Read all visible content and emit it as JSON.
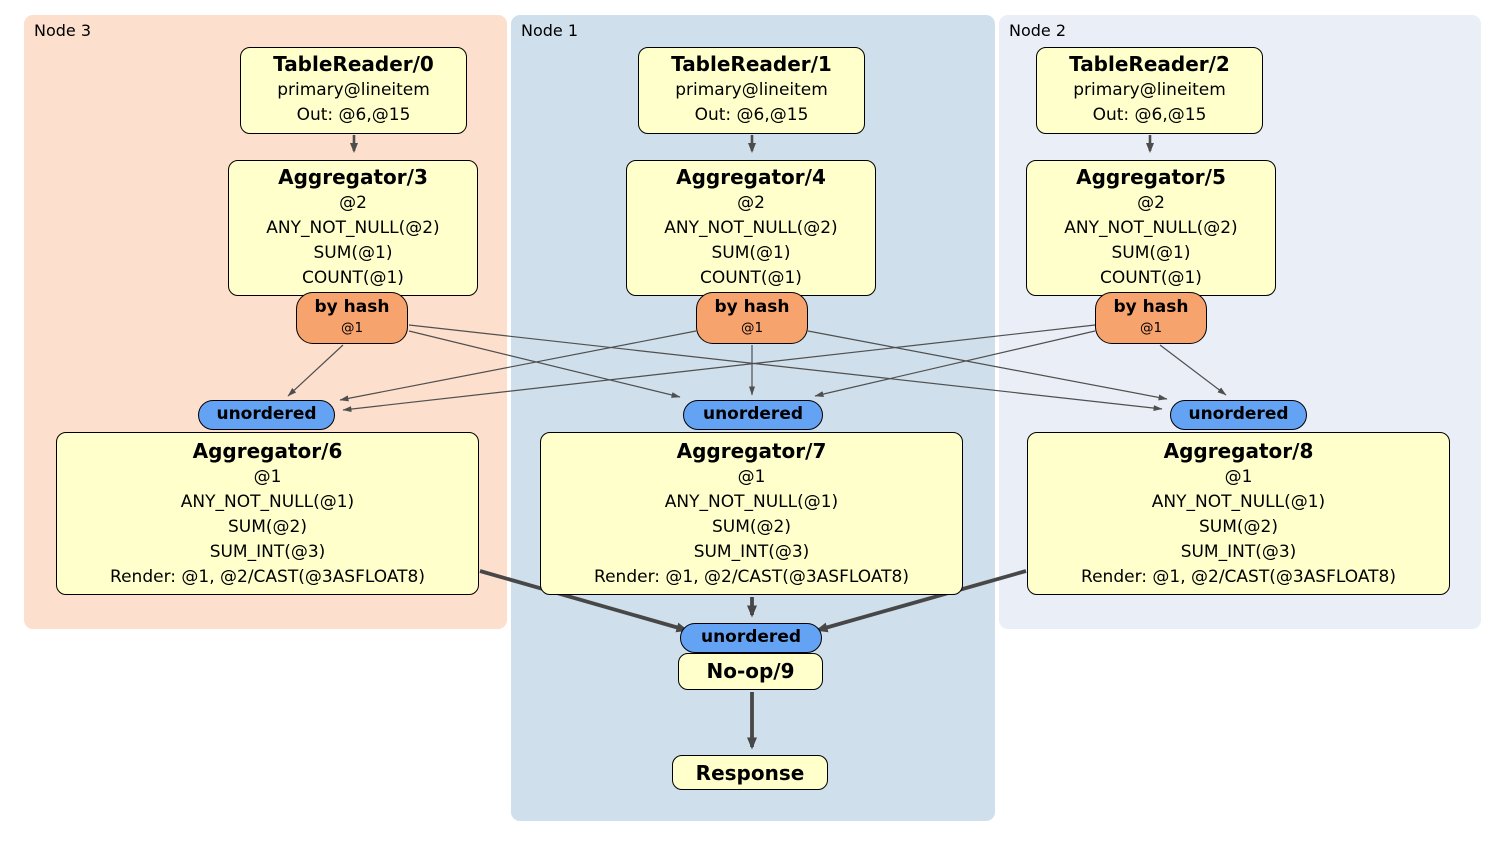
{
  "groups": [
    {
      "label": "Node 3"
    },
    {
      "label": "Node 1"
    },
    {
      "label": "Node 2"
    }
  ],
  "processors": {
    "tablereader0": {
      "title": "TableReader/0",
      "lines": [
        "primary@lineitem",
        "Out: @6,@15"
      ]
    },
    "tablereader1": {
      "title": "TableReader/1",
      "lines": [
        "primary@lineitem",
        "Out: @6,@15"
      ]
    },
    "tablereader2": {
      "title": "TableReader/2",
      "lines": [
        "primary@lineitem",
        "Out: @6,@15"
      ]
    },
    "aggregator3": {
      "title": "Aggregator/3",
      "lines": [
        "@2",
        "ANY_NOT_NULL(@2)",
        "SUM(@1)",
        "COUNT(@1)"
      ]
    },
    "aggregator4": {
      "title": "Aggregator/4",
      "lines": [
        "@2",
        "ANY_NOT_NULL(@2)",
        "SUM(@1)",
        "COUNT(@1)"
      ]
    },
    "aggregator5": {
      "title": "Aggregator/5",
      "lines": [
        "@2",
        "ANY_NOT_NULL(@2)",
        "SUM(@1)",
        "COUNT(@1)"
      ]
    },
    "aggregator6": {
      "title": "Aggregator/6",
      "lines": [
        "@1",
        "ANY_NOT_NULL(@1)",
        "SUM(@2)",
        "SUM_INT(@3)",
        "Render: @1, @2/CAST(@3ASFLOAT8)"
      ]
    },
    "aggregator7": {
      "title": "Aggregator/7",
      "lines": [
        "@1",
        "ANY_NOT_NULL(@1)",
        "SUM(@2)",
        "SUM_INT(@3)",
        "Render: @1, @2/CAST(@3ASFLOAT8)"
      ]
    },
    "aggregator8": {
      "title": "Aggregator/8",
      "lines": [
        "@1",
        "ANY_NOT_NULL(@1)",
        "SUM(@2)",
        "SUM_INT(@3)",
        "Render: @1, @2/CAST(@3ASFLOAT8)"
      ]
    },
    "noop9": {
      "title": "No-op/9"
    },
    "response": {
      "title": "Response"
    }
  },
  "routers": {
    "by_hash": {
      "label": "by hash",
      "detail": "@1"
    },
    "unordered": {
      "label": "unordered"
    }
  },
  "edges": [
    {
      "from": "TableReader/0",
      "to": "Aggregator/3"
    },
    {
      "from": "TableReader/1",
      "to": "Aggregator/4"
    },
    {
      "from": "TableReader/2",
      "to": "Aggregator/5"
    },
    {
      "from": "Aggregator/3 by hash",
      "to": "Aggregator/6 unordered"
    },
    {
      "from": "Aggregator/3 by hash",
      "to": "Aggregator/7 unordered"
    },
    {
      "from": "Aggregator/3 by hash",
      "to": "Aggregator/8 unordered"
    },
    {
      "from": "Aggregator/4 by hash",
      "to": "Aggregator/6 unordered"
    },
    {
      "from": "Aggregator/4 by hash",
      "to": "Aggregator/7 unordered"
    },
    {
      "from": "Aggregator/4 by hash",
      "to": "Aggregator/8 unordered"
    },
    {
      "from": "Aggregator/5 by hash",
      "to": "Aggregator/6 unordered"
    },
    {
      "from": "Aggregator/5 by hash",
      "to": "Aggregator/7 unordered"
    },
    {
      "from": "Aggregator/5 by hash",
      "to": "Aggregator/8 unordered"
    },
    {
      "from": "Aggregator/6",
      "to": "No-op/9 unordered"
    },
    {
      "from": "Aggregator/7",
      "to": "No-op/9 unordered"
    },
    {
      "from": "Aggregator/8",
      "to": "No-op/9 unordered"
    },
    {
      "from": "No-op/9",
      "to": "Response"
    }
  ],
  "colors": {
    "group_node3_bg": "#fcdfcc",
    "group_node1_bg": "#cfdfeb",
    "group_node2_bg": "#eaeef7",
    "processor_bg": "#ffffcc",
    "hash_router_bg": "#f7a36e",
    "stream_bg": "#64a2f3",
    "edge": "#4a4a4a",
    "border": "#000000"
  }
}
